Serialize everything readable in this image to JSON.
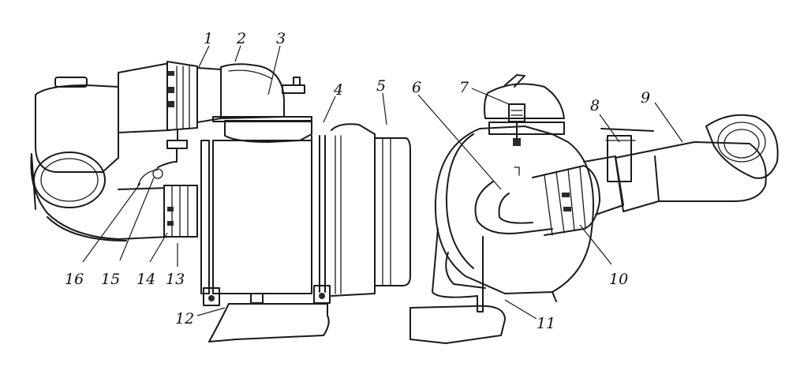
{
  "callouts": {
    "c1": "1",
    "c2": "2",
    "c3": "3",
    "c4": "4",
    "c5": "5",
    "c6": "6",
    "c7": "7",
    "c8": "8",
    "c9": "9",
    "c10": "10",
    "c11": "11",
    "c12": "12",
    "c13": "13",
    "c14": "14",
    "c15": "15",
    "c16": "16"
  },
  "colors": {
    "ink": "#1a1a1a",
    "paper": "#ffffff"
  }
}
